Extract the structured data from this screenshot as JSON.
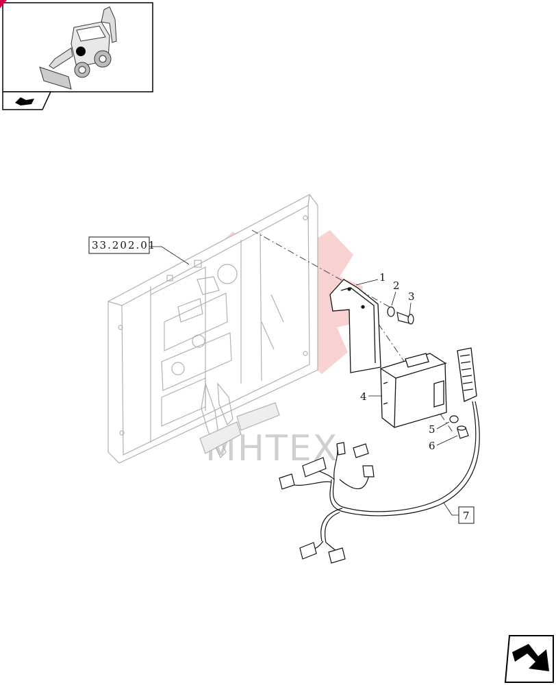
{
  "thumbnail": {
    "nav_icon": "hand-pointer-icon"
  },
  "watermark": {
    "text": "MHTEX",
    "color": "#f3a5a5"
  },
  "references": [
    {
      "label": "33.202.01"
    },
    {
      "label": "7"
    }
  ],
  "callouts": [
    "1",
    "2",
    "3",
    "4",
    "5",
    "6"
  ],
  "nav": {
    "next_icon": "next-page-arrow-icon"
  }
}
